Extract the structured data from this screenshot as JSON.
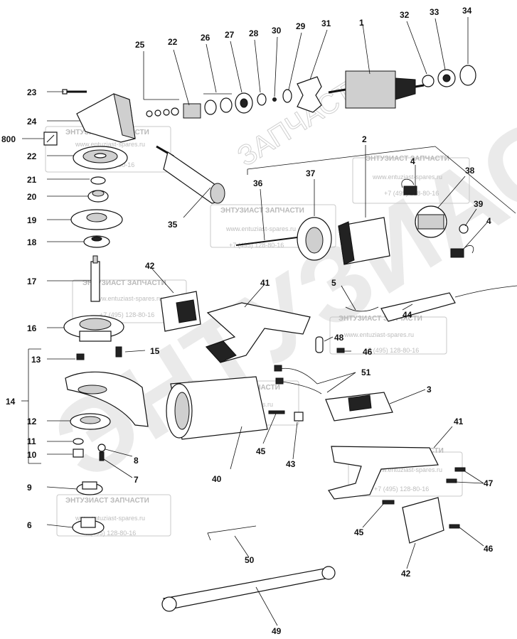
{
  "watermark": {
    "big_text": "ЭНТУЗИАСТ",
    "outline_text": "ЗАПЧАСТИ",
    "box_title": "ЭНТУЗИАСТ ЗАПЧАСТИ",
    "box_url": "www.entuziast-spares.ru",
    "box_phone": "+7 (495) 128-80-16"
  },
  "parts": [
    "1",
    "2",
    "3",
    "4",
    "4",
    "5",
    "6",
    "7",
    "8",
    "9",
    "10",
    "11",
    "12",
    "13",
    "14",
    "15",
    "16",
    "17",
    "18",
    "19",
    "20",
    "21",
    "22",
    "22",
    "23",
    "24",
    "25",
    "26",
    "27",
    "28",
    "29",
    "30",
    "31",
    "32",
    "33",
    "34",
    "35",
    "36",
    "37",
    "38",
    "39",
    "40",
    "41",
    "41",
    "42",
    "42",
    "43",
    "44",
    "45",
    "45",
    "46",
    "46",
    "47",
    "48",
    "49",
    "50",
    "51",
    "800"
  ]
}
